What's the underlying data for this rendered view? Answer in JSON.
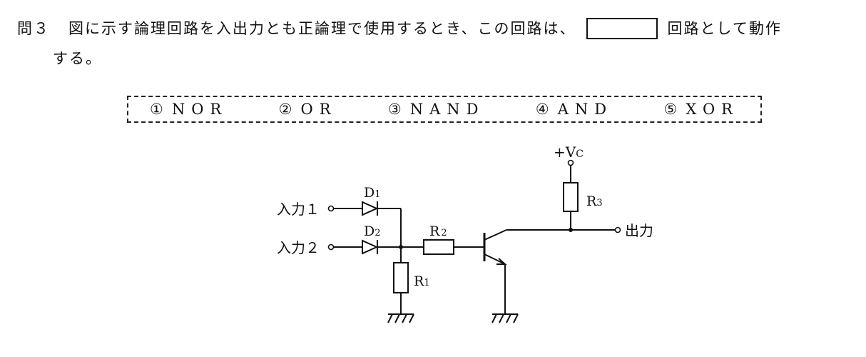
{
  "question": {
    "number": "問３",
    "text_before": "図に示す論理回路を入出力とも正論理で使用するとき、この回路は、",
    "text_after": "回路として動作",
    "text_line2": "する。"
  },
  "choices": [
    {
      "num": "①",
      "label": "NOR"
    },
    {
      "num": "②",
      "label": "OR"
    },
    {
      "num": "③",
      "label": "NAND"
    },
    {
      "num": "④",
      "label": "AND"
    },
    {
      "num": "⑤",
      "label": "XOR"
    }
  ],
  "circuit": {
    "vcc_plus": "+V",
    "vcc_sub": "C",
    "input1": "入力１",
    "input2": "入力２",
    "output": "出力",
    "d1": "D",
    "d1_sub": "1",
    "d2": "D",
    "d2_sub": "2",
    "r1": "R",
    "r1_sub": "1",
    "r2": "R",
    "r2_sub": "2",
    "r3": "R",
    "r3_sub": "3"
  }
}
